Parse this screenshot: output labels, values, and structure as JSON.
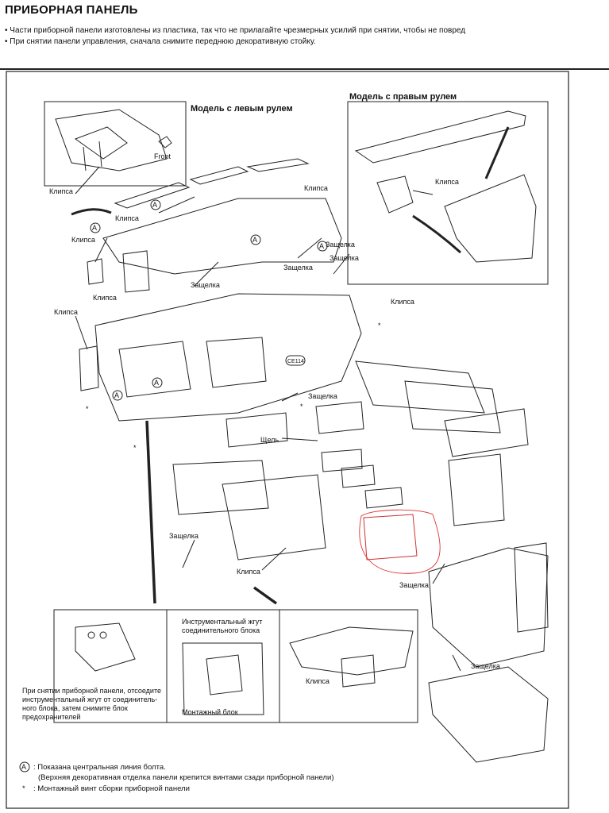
{
  "header": {
    "title": "ПРИБОРНАЯ ПАНЕЛЬ",
    "bullet_1": "• Части приборной панели изготовлены из пластика, так что не прилагайте чрезмерных усилий при снятии, чтобы не повред",
    "bullet_2": "• При снятии панели управления, сначала снимите переднюю декоративную стойку."
  },
  "diagram": {
    "left_hand_model": "Модель с левым рулем",
    "right_hand_model": "Модель с правым рулем",
    "front": "Front",
    "clip": "Клипса",
    "latch": "Защелка",
    "slot": "Щель",
    "connector_code": "CE114",
    "bolt_marker": "A",
    "star_marker": "*",
    "harness_l1": "Инструментальный жгут",
    "harness_l2": "соединительного блока",
    "mount_block": "Монтажный блок",
    "note_l1": "При снятии приборной панели, отсоедите",
    "note_l2": "инструментальный жгут от соединитель-",
    "note_l3": "ного блока, затем снимите блок",
    "note_l4": "предохранителей"
  },
  "legend": {
    "a_symbol": "A",
    "a_line1": ": Показана центральная линия болта.",
    "a_line2": "(Верхняя декоративная отделка панели крепится винтами сзади приборной панели)",
    "star_symbol": "*",
    "star_line": ": Монтажный винт сборки приборной панели"
  }
}
